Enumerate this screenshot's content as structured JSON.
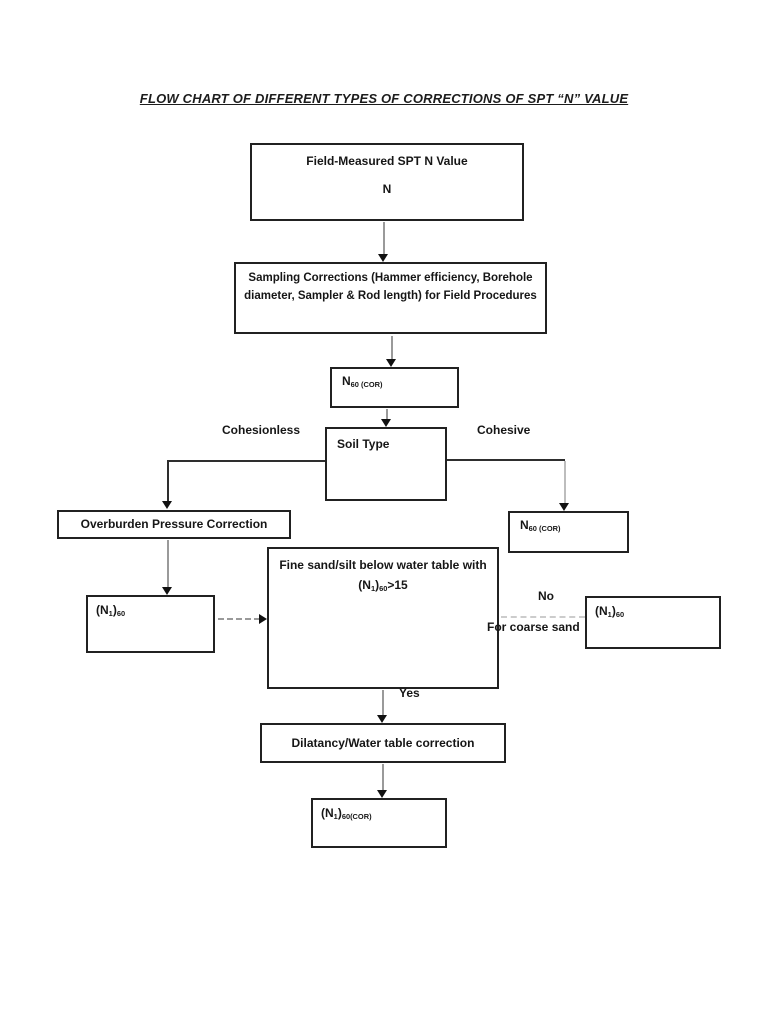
{
  "title": "FLOW CHART OF DIFFERENT TYPES OF CORRECTIONS OF SPT “N” VALUE",
  "nodes": {
    "field_measured": {
      "line1": "Field-Measured SPT N Value",
      "line2": "N"
    },
    "sampling": {
      "text": "Sampling Corrections (Hammer efficiency, Borehole diameter, Sampler & Rod length) for Field Procedures"
    },
    "n60_cor_top": {
      "base": "N",
      "sub": "60 (COR)"
    },
    "soil_type": {
      "text": "Soil Type"
    },
    "overburden": {
      "text": "Overburden Pressure Correction"
    },
    "n60_cor_right": {
      "base": "N",
      "sub": "60 (COR)"
    },
    "fine_sand": {
      "line1": "Fine sand/silt below water table with",
      "p1": "(N",
      "sub1": "1",
      "p2": ")",
      "sub2": "60",
      "p3": ">15"
    },
    "n1_60_left": {
      "p1": "(N",
      "sub1": "1",
      "p2": ")",
      "sub2": "60"
    },
    "n1_60_right": {
      "p1": "(N",
      "sub1": "1",
      "p2": ")",
      "sub2": "60"
    },
    "dilatancy": {
      "text": "Dilatancy/Water table correction"
    },
    "n1_60_cor_final": {
      "p1": "(N",
      "sub1": "1",
      "p2": ")",
      "sub2": "60(COR)"
    }
  },
  "labels": {
    "cohesionless": "Cohesionless",
    "cohesive": "Cohesive",
    "no": "No",
    "for_coarse_sand": "For coarse sand",
    "yes": "Yes"
  },
  "colors": {
    "box_border": "#212121",
    "text": "#161616",
    "connector_gray": "#9a9a9a",
    "connector_dark": "#2e2e2e",
    "arrowhead": "#111111",
    "page_background": "#ffffff"
  }
}
